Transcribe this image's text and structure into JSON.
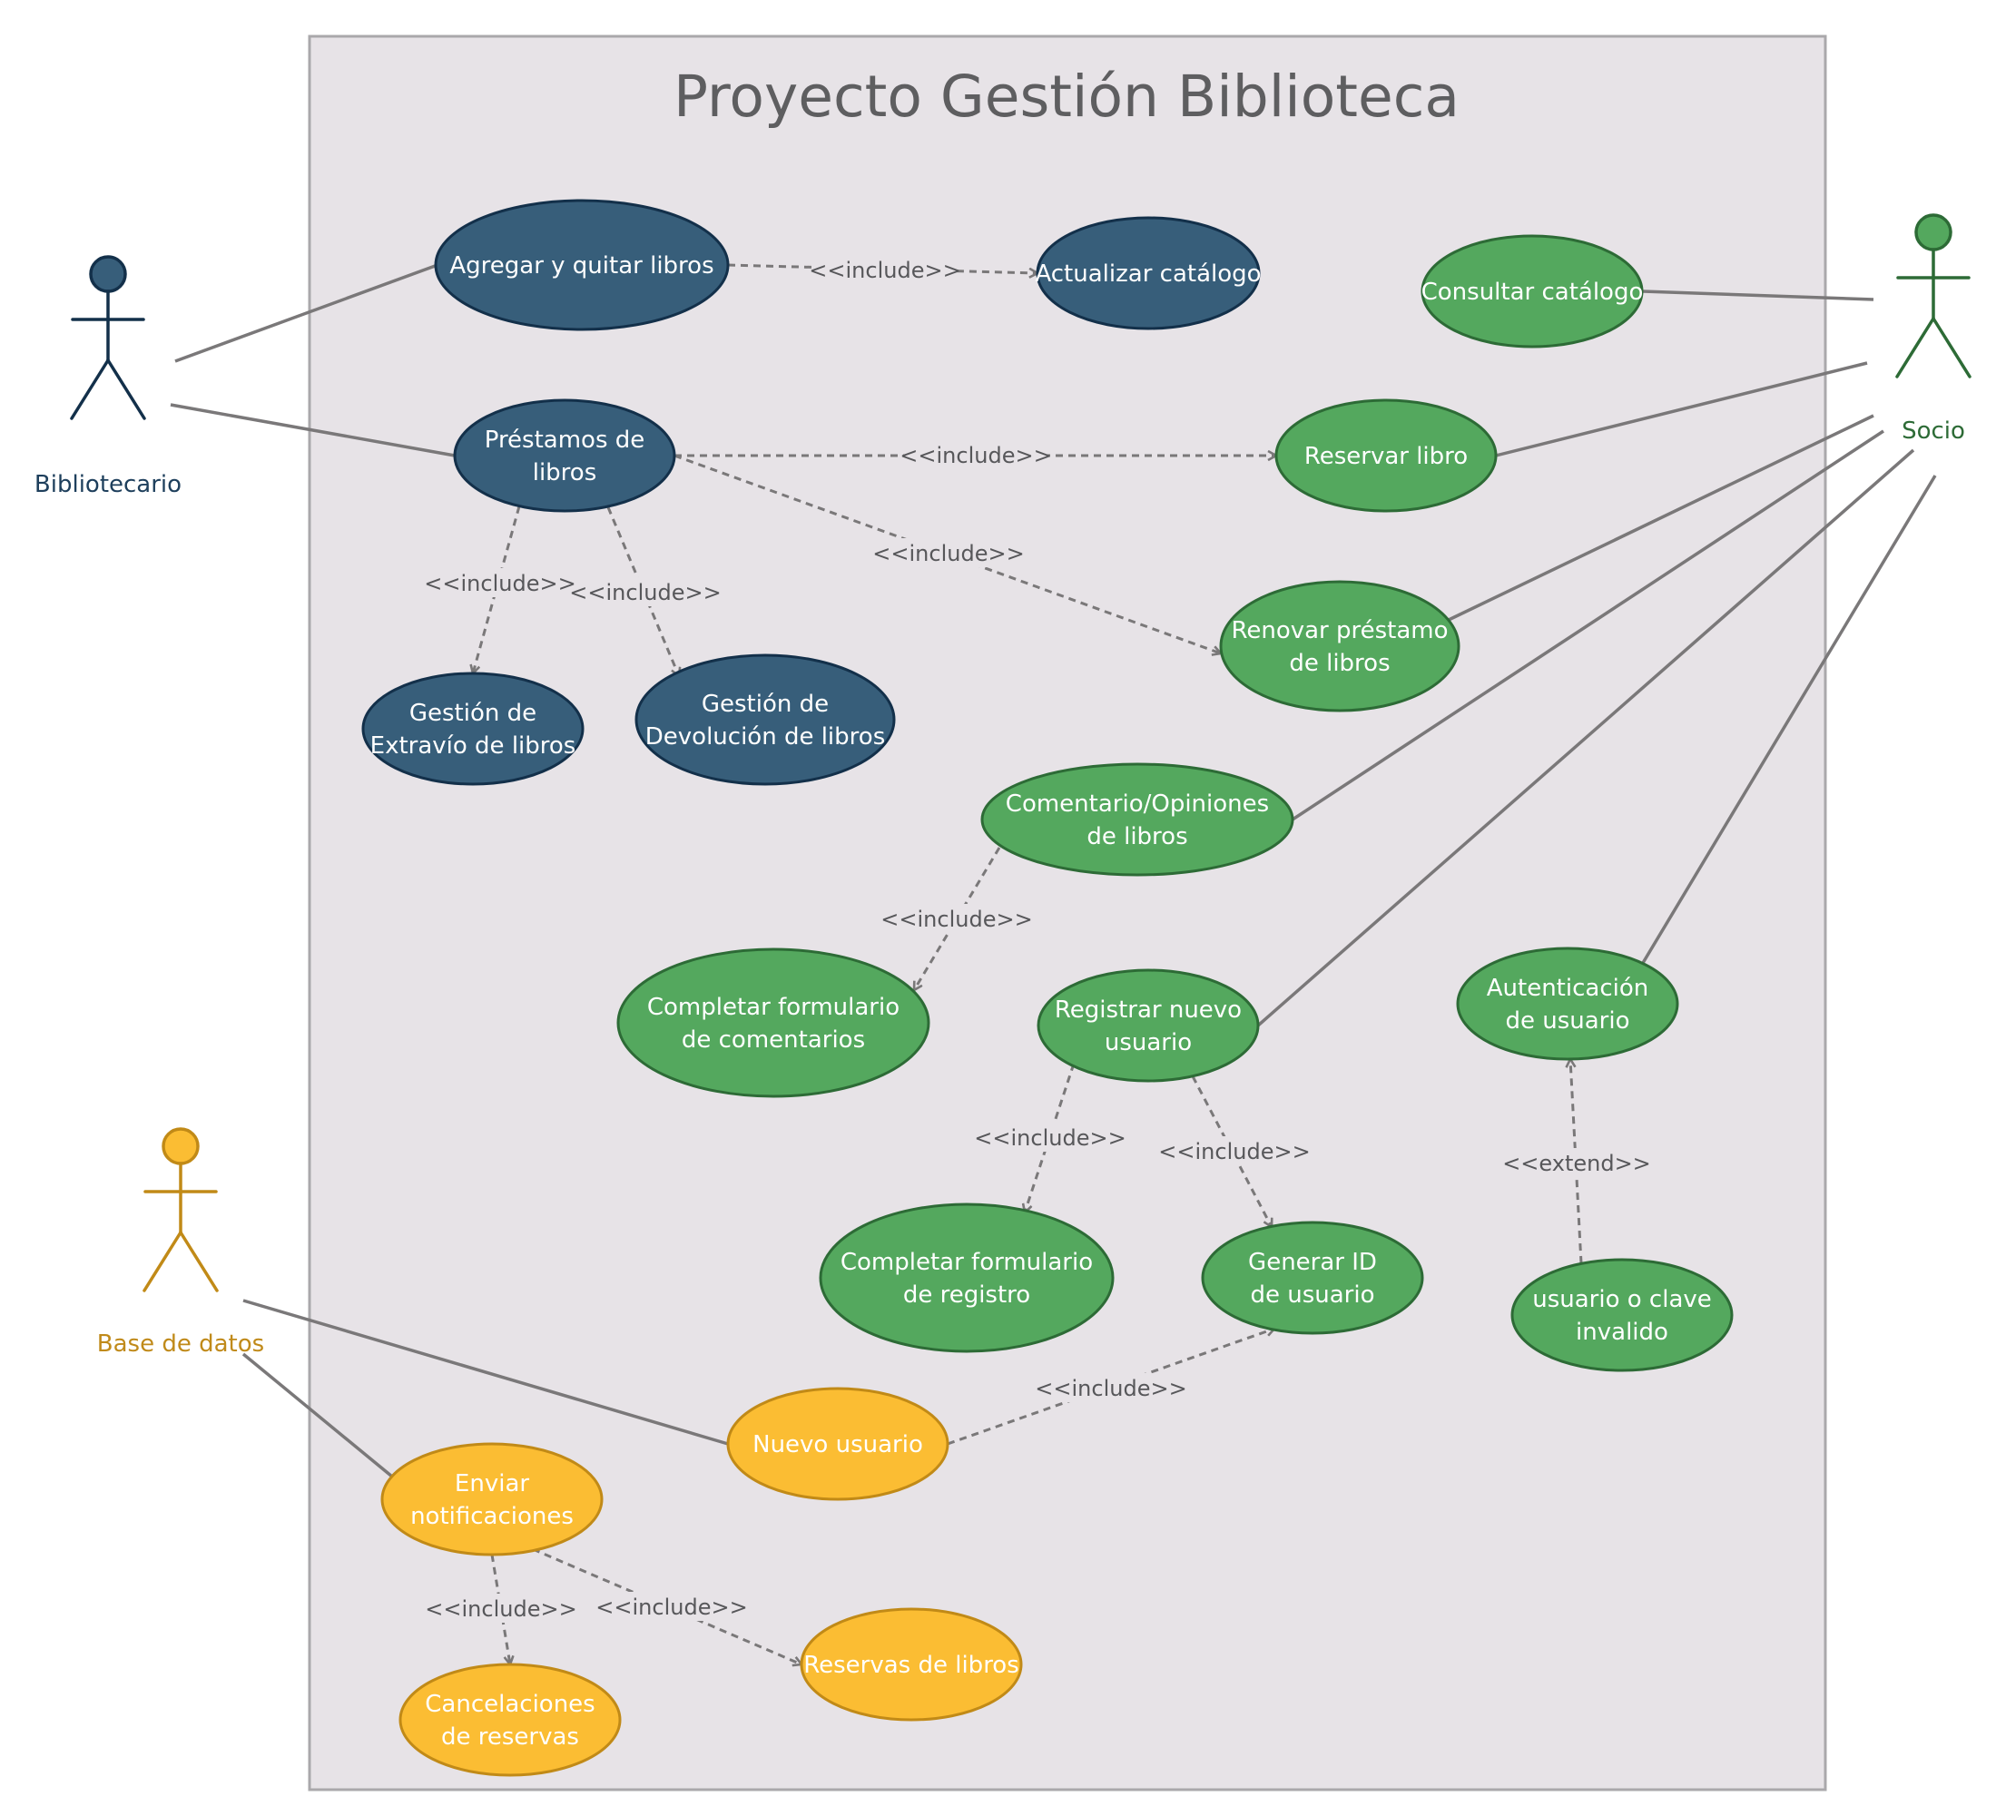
{
  "title": "Proyecto Gestión Biblioteca",
  "colors": {
    "system_fill": "#e7e3e7",
    "system_border": "#aaa8ab",
    "librarian": "#375e7a",
    "librarian_border": "#13304a",
    "librarian_text": "#1e3f5c",
    "member": "#54a85e",
    "member_border": "#2d6b36",
    "member_text": "#2d6b36",
    "database": "#fbbd33",
    "database_border": "#c18a17",
    "database_text": "#c08a1a",
    "line": "#7a7879"
  },
  "actors": [
    {
      "id": "bibliotecario",
      "label": "Bibliotecario",
      "group": "librarian"
    },
    {
      "id": "socio",
      "label": "Socio",
      "group": "member"
    },
    {
      "id": "bd",
      "label": "Base de datos",
      "group": "database"
    }
  ],
  "use_cases": [
    {
      "id": "agregar",
      "lines": [
        "Agregar y quitar libros"
      ],
      "group": "librarian"
    },
    {
      "id": "actualizar",
      "lines": [
        "Actualizar catálogo"
      ],
      "group": "librarian"
    },
    {
      "id": "prestamos",
      "lines": [
        "Préstamos de",
        "libros"
      ],
      "group": "librarian"
    },
    {
      "id": "extravio",
      "lines": [
        "Gestión de",
        "Extravío de libros"
      ],
      "group": "librarian"
    },
    {
      "id": "devolucion",
      "lines": [
        "Gestión de",
        "Devolución de libros"
      ],
      "group": "librarian"
    },
    {
      "id": "consultar",
      "lines": [
        "Consultar catálogo"
      ],
      "group": "member"
    },
    {
      "id": "reservar",
      "lines": [
        "Reservar libro"
      ],
      "group": "member"
    },
    {
      "id": "renovar",
      "lines": [
        "Renovar préstamo",
        "de libros"
      ],
      "group": "member"
    },
    {
      "id": "comentario",
      "lines": [
        "Comentario/Opiniones",
        "de libros"
      ],
      "group": "member"
    },
    {
      "id": "form_coment",
      "lines": [
        "Completar formulario",
        "de comentarios"
      ],
      "group": "member"
    },
    {
      "id": "registrar",
      "lines": [
        "Registrar nuevo",
        "usuario"
      ],
      "group": "member"
    },
    {
      "id": "autenticacion",
      "lines": [
        "Autenticación",
        "de usuario"
      ],
      "group": "member"
    },
    {
      "id": "form_registro",
      "lines": [
        "Completar formulario",
        "de registro"
      ],
      "group": "member"
    },
    {
      "id": "generar_id",
      "lines": [
        "Generar ID",
        "de usuario"
      ],
      "group": "member"
    },
    {
      "id": "invalido",
      "lines": [
        "usuario o clave",
        "invalido"
      ],
      "group": "member"
    },
    {
      "id": "nuevo_usuario",
      "lines": [
        "Nuevo usuario"
      ],
      "group": "database"
    },
    {
      "id": "notificaciones",
      "lines": [
        "Enviar",
        "notificaciones"
      ],
      "group": "database"
    },
    {
      "id": "cancelaciones",
      "lines": [
        "Cancelaciones",
        "de reservas"
      ],
      "group": "database"
    },
    {
      "id": "reservas",
      "lines": [
        "Reservas de libros"
      ],
      "group": "database"
    }
  ],
  "associations": [
    {
      "actor": "bibliotecario",
      "use_case": "agregar"
    },
    {
      "actor": "bibliotecario",
      "use_case": "prestamos"
    },
    {
      "actor": "socio",
      "use_case": "consultar"
    },
    {
      "actor": "socio",
      "use_case": "reservar"
    },
    {
      "actor": "socio",
      "use_case": "renovar"
    },
    {
      "actor": "socio",
      "use_case": "comentario"
    },
    {
      "actor": "socio",
      "use_case": "registrar"
    },
    {
      "actor": "socio",
      "use_case": "autenticacion"
    },
    {
      "actor": "bd",
      "use_case": "nuevo_usuario"
    },
    {
      "actor": "bd",
      "use_case": "notificaciones"
    }
  ],
  "relations": [
    {
      "from": "agregar",
      "to": "actualizar",
      "label": "<<include>>"
    },
    {
      "from": "prestamos",
      "to": "reservar",
      "label": "<<include>>"
    },
    {
      "from": "prestamos",
      "to": "renovar",
      "label": "<<include>>"
    },
    {
      "from": "prestamos",
      "to": "extravio",
      "label": "<<include>>"
    },
    {
      "from": "prestamos",
      "to": "devolucion",
      "label": "<<include>>"
    },
    {
      "from": "comentario",
      "to": "form_coment",
      "label": "<<include>>"
    },
    {
      "from": "registrar",
      "to": "form_registro",
      "label": "<<include>>"
    },
    {
      "from": "registrar",
      "to": "generar_id",
      "label": "<<include>>"
    },
    {
      "from": "invalido",
      "to": "autenticacion",
      "label": "<<extend>>"
    },
    {
      "from": "nuevo_usuario",
      "to": "generar_id",
      "label": "<<include>>"
    },
    {
      "from": "notificaciones",
      "to": "cancelaciones",
      "label": "<<include>>"
    },
    {
      "from": "notificaciones",
      "to": "reservas",
      "label": "<<include>>"
    }
  ]
}
